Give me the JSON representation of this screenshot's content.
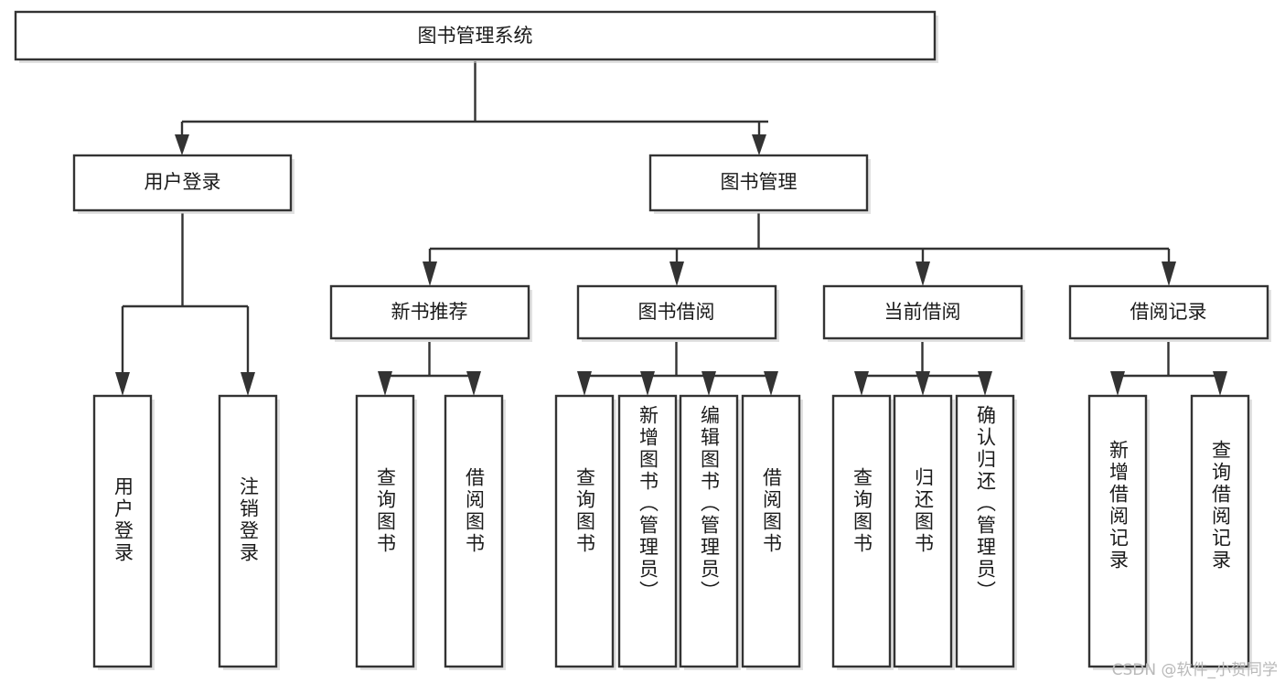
{
  "diagram": {
    "title": "图书管理系统",
    "type": "tree-hierarchy",
    "colors": {
      "box_stroke": "#333333",
      "box_fill": "#ffffff",
      "connector": "#333333",
      "text": "#1a1a1a",
      "watermark": "#b9b9b9",
      "background": "#ffffff"
    },
    "root": {
      "label": "图书管理系统"
    },
    "level1": [
      {
        "label": "用户登录"
      },
      {
        "label": "图书管理"
      }
    ],
    "level2": [
      {
        "label": "新书推荐"
      },
      {
        "label": "图书借阅"
      },
      {
        "label": "当前借阅"
      },
      {
        "label": "借阅记录"
      }
    ],
    "leaves": {
      "user_login": [
        {
          "label": "用户登录"
        },
        {
          "label": "注销登录"
        }
      ],
      "new_book_recommend": [
        {
          "label": "查询图书"
        },
        {
          "label": "借阅图书"
        }
      ],
      "book_borrow": [
        {
          "label": "查询图书"
        },
        {
          "label": "新增图书（管理员）"
        },
        {
          "label": "编辑图书（管理员）"
        },
        {
          "label": "借阅图书"
        }
      ],
      "current_borrow": [
        {
          "label": "查询图书"
        },
        {
          "label": "归还图书"
        },
        {
          "label": "确认归还（管理员）"
        }
      ],
      "borrow_record": [
        {
          "label": "新增借阅记录"
        },
        {
          "label": "查询借阅记录"
        }
      ]
    }
  },
  "watermark": {
    "text": "CSDN @软件_小贺同学"
  }
}
